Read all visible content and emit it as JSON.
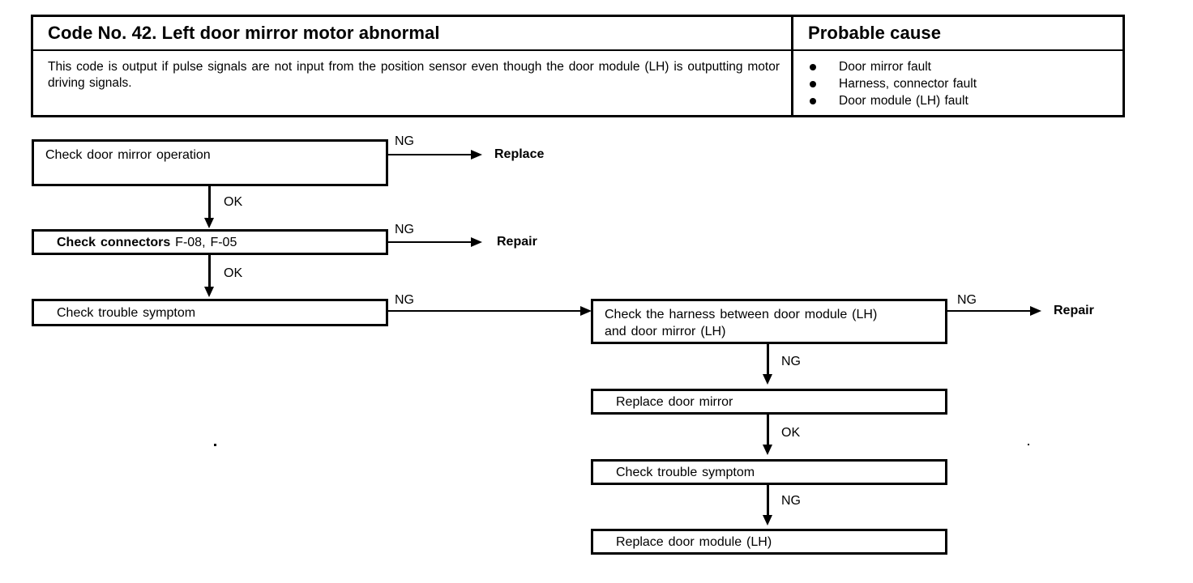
{
  "code_table": {
    "title": "Code No. 42. Left door mirror motor abnormal",
    "probable_cause_heading": "Probable cause",
    "description": "This code is output if pulse signals are not input from the position sensor even though the door module (LH) is outputting motor driving signals.",
    "causes": [
      "Door mirror fault",
      "Harness, connector fault",
      "Door module (LH) fault"
    ]
  },
  "flowchart": {
    "boxes": {
      "check_door_mirror_operation": "Check door mirror operation",
      "check_connectors_bold": "Check connectors",
      "check_connectors_rest": " F-08, F-05",
      "check_trouble_symptom_left": "Check trouble symptom",
      "check_harness_line1": "Check the harness between door module (LH)",
      "check_harness_line2": "and door mirror  (LH)",
      "replace_door_mirror": "Replace door mirror",
      "check_trouble_symptom_right": "Check trouble symptom",
      "replace_door_module": "Replace door module (LH)"
    },
    "edge_labels": {
      "ng_1": "NG",
      "ok_1": "OK",
      "ng_2": "NG",
      "ok_2": "OK",
      "ng_3": "NG",
      "ng_harness_right": "NG",
      "ng_harness_down": "NG",
      "ok_replace_mirror": "OK",
      "ng_trouble_right": "NG"
    },
    "terminals": {
      "replace_1": "Replace",
      "repair_1": "Repair",
      "repair_2": "Repair"
    }
  },
  "colors": {
    "ink": "#000000",
    "paper": "#ffffff"
  }
}
